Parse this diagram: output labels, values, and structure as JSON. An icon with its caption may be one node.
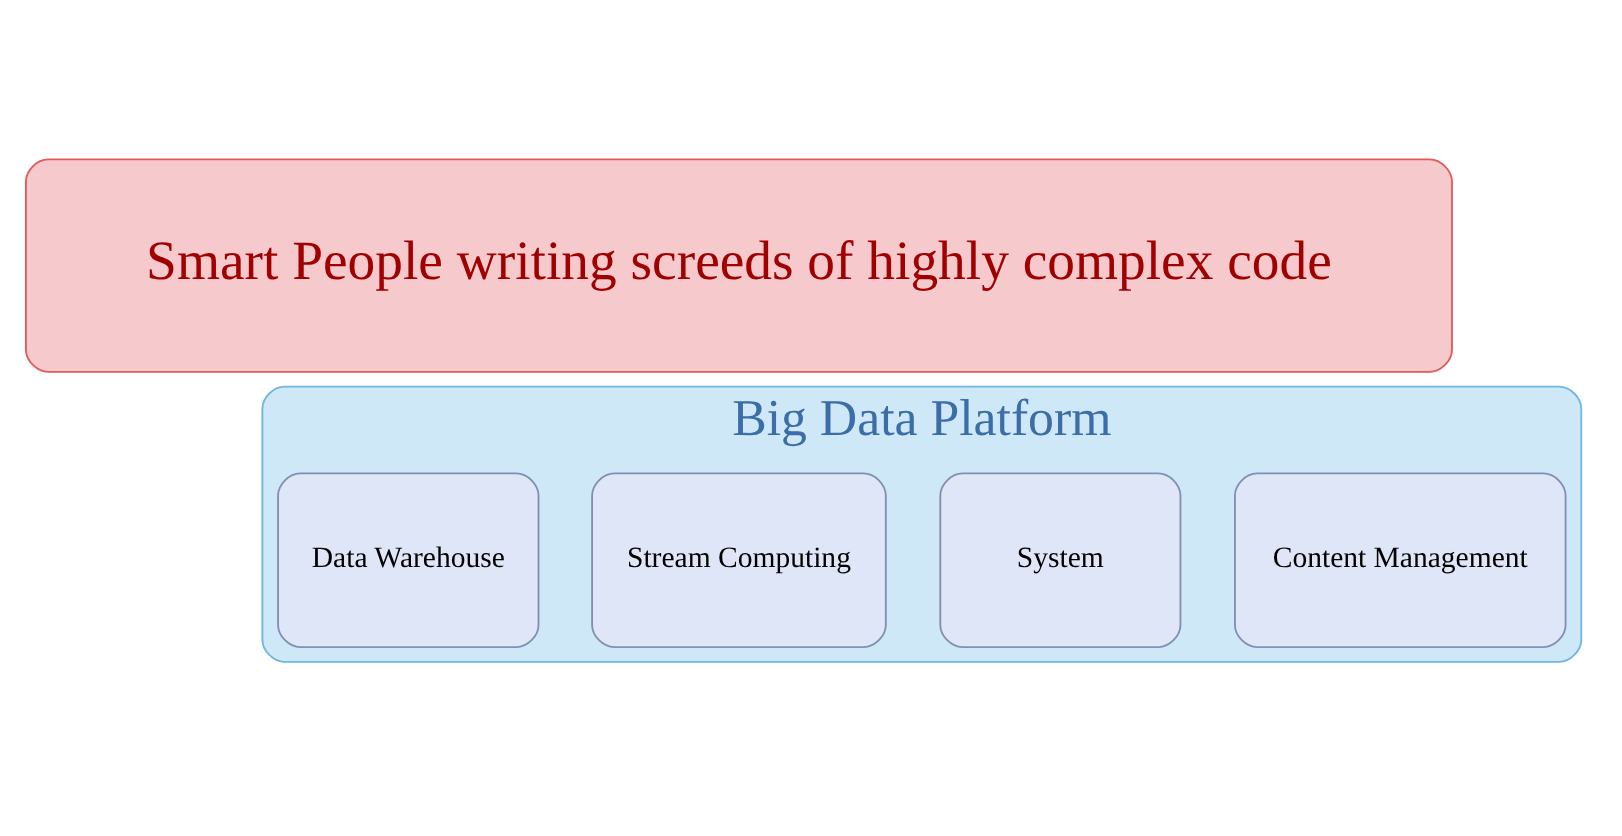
{
  "diagram": {
    "nodes": [
      {
        "text": [
          "Smart People writing screeds of highly complex code"
        ]
      },
      {
        "text": [
          "Big Data Platform"
        ]
      },
      {
        "text": [
          "Content Management"
        ],
        "in": 1
      },
      {
        "text": [
          "System"
        ],
        "in": 1
      },
      {
        "text": [
          "Stream Computing"
        ],
        "in": 1
      },
      {
        "text": [
          "Data Warehouse"
        ],
        "in": 1
      }
    ],
    "edges": []
  }
}
